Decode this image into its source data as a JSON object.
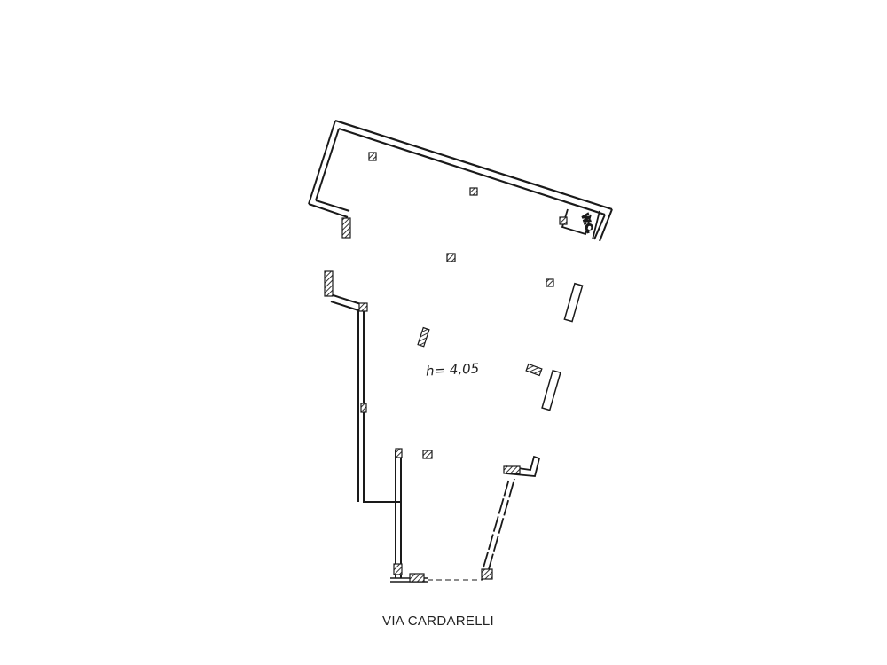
{
  "plan": {
    "height_label": "h= 4,05",
    "wc_label": "W.C.",
    "street_label": "VIA CARDARELLI"
  },
  "colors": {
    "background": "#ffffff",
    "ink": "#1a1a1a",
    "hatch": "#333333"
  }
}
